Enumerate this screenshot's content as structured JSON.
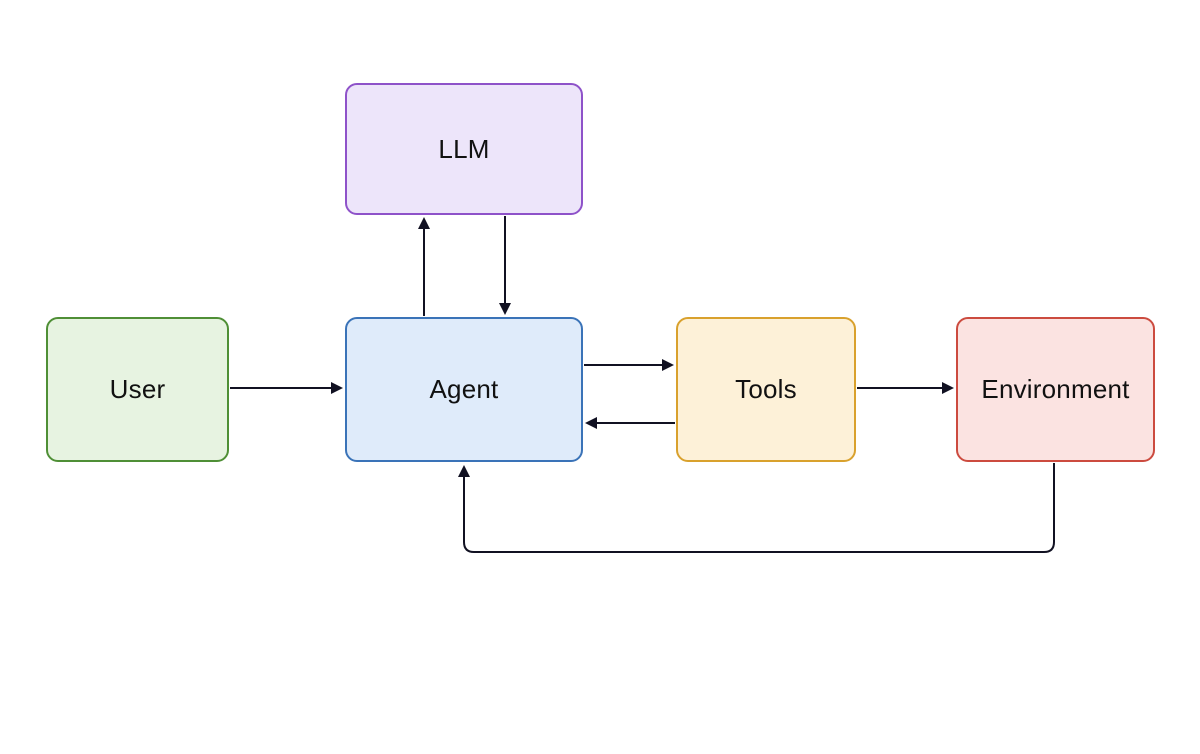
{
  "nodes": {
    "llm": {
      "label": "LLM",
      "fill": "#EDE5FA",
      "stroke": "#8E52C9"
    },
    "user": {
      "label": "User",
      "fill": "#E7F3E1",
      "stroke": "#4F8F36"
    },
    "agent": {
      "label": "Agent",
      "fill": "#DFEBFA",
      "stroke": "#3A73B8"
    },
    "tools": {
      "label": "Tools",
      "fill": "#FDF1D8",
      "stroke": "#D9A12D"
    },
    "environment": {
      "label": "Environment",
      "fill": "#FBE3E1",
      "stroke": "#CC4B3F"
    }
  },
  "edges": [
    {
      "from": "user",
      "to": "agent"
    },
    {
      "from": "agent",
      "to": "llm"
    },
    {
      "from": "llm",
      "to": "agent"
    },
    {
      "from": "agent",
      "to": "tools"
    },
    {
      "from": "tools",
      "to": "agent"
    },
    {
      "from": "tools",
      "to": "environment"
    },
    {
      "from": "environment",
      "to": "agent"
    }
  ],
  "colors": {
    "arrow": "#111122",
    "text": "#111111"
  }
}
